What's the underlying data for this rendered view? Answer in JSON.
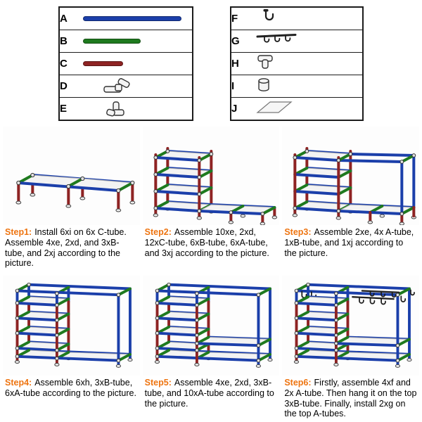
{
  "legend": {
    "left_rows": [
      {
        "label": "A",
        "part": "long-blue-a-tube"
      },
      {
        "label": "B",
        "part": "medium-green-b-tube"
      },
      {
        "label": "C",
        "part": "short-maroon-c-tube"
      },
      {
        "label": "D",
        "part": "three-way-connector"
      },
      {
        "label": "E",
        "part": "corner-connector"
      }
    ],
    "right_rows": [
      {
        "label": "F",
        "part": "hanging-hook"
      },
      {
        "label": "G",
        "part": "hook-rail"
      },
      {
        "label": "H",
        "part": "tee-connector"
      },
      {
        "label": "I",
        "part": "tube-cap"
      },
      {
        "label": "J",
        "part": "shelf-panel"
      }
    ]
  },
  "steps": [
    {
      "label": "Step1:",
      "text": "Install 6xi on 6x C-tube. Assemble 4xe, 2xd, and 3xB-tube, and 2xj according to the picture."
    },
    {
      "label": "Step2:",
      "text": "Assemble 10xe, 2xd, 12xC-tube, 6xB-tube, 6xA-tube, and 3xj according to the picture."
    },
    {
      "label": "Step3:",
      "text": "Assemble 2xe, 4x A-tube, 1xB-tube, and 1xj according to the picture."
    },
    {
      "label": "Step4:",
      "text": "Assemble 6xh, 3xB-tube, 6xA-tube according to the picture."
    },
    {
      "label": "Step5:",
      "text": "Assemble 4xe, 2xd, 3xB-tube, and 10xA-tube according to the picture."
    },
    {
      "label": "Step6:",
      "text": "Firstly, assemble 4xf and 2x A-tube. Then hang it on the top 3xB-tube. Finally, install 2xg on the top A-tubes."
    }
  ],
  "colors": {
    "tube_blue": "#1b3faa",
    "tube_green": "#1e7a1e",
    "tube_red": "#8e2323",
    "step_label": "#ee7410"
  }
}
